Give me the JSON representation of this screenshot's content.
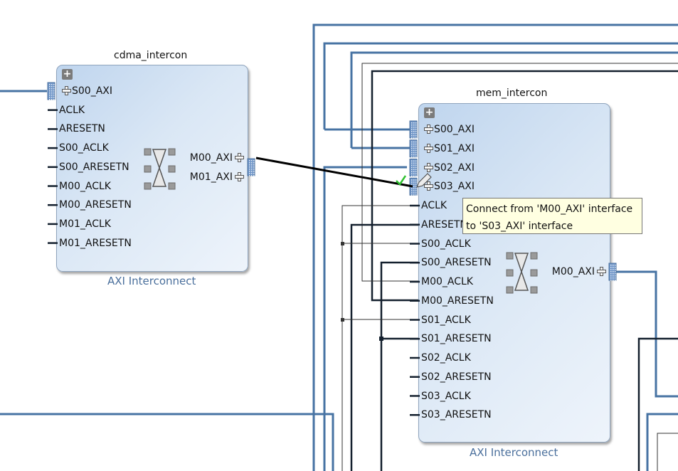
{
  "blocks": {
    "cdma": {
      "name": "cdma_intercon",
      "type": "AXI Interconnect",
      "expand_symbol": "+",
      "slave_pins": [
        {
          "label": "S00_AXI",
          "kind": "bus"
        },
        {
          "label": "ACLK",
          "kind": "signal"
        },
        {
          "label": "ARESETN",
          "kind": "signal"
        },
        {
          "label": "S00_ACLK",
          "kind": "signal"
        },
        {
          "label": "S00_ARESETN",
          "kind": "signal"
        },
        {
          "label": "M00_ACLK",
          "kind": "signal"
        },
        {
          "label": "M00_ARESETN",
          "kind": "signal"
        },
        {
          "label": "M01_ACLK",
          "kind": "signal"
        },
        {
          "label": "M01_ARESETN",
          "kind": "signal"
        }
      ],
      "master_pins": [
        "M00_AXI",
        "M01_AXI"
      ]
    },
    "mem": {
      "name": "mem_intercon",
      "type": "AXI Interconnect",
      "expand_symbol": "+",
      "slave_pins": [
        {
          "label": "S00_AXI",
          "kind": "bus"
        },
        {
          "label": "S01_AXI",
          "kind": "bus"
        },
        {
          "label": "S02_AXI",
          "kind": "bus"
        },
        {
          "label": "S03_AXI",
          "kind": "bus"
        },
        {
          "label": "ACLK",
          "kind": "signal"
        },
        {
          "label": "ARESETN",
          "kind": "signal"
        },
        {
          "label": "S00_ACLK",
          "kind": "signal"
        },
        {
          "label": "S00_ARESETN",
          "kind": "signal"
        },
        {
          "label": "M00_ACLK",
          "kind": "signal"
        },
        {
          "label": "M00_ARESETN",
          "kind": "signal"
        },
        {
          "label": "S01_ACLK",
          "kind": "signal"
        },
        {
          "label": "S01_ARESETN",
          "kind": "signal"
        },
        {
          "label": "S02_ACLK",
          "kind": "signal"
        },
        {
          "label": "S02_ARESETN",
          "kind": "signal"
        },
        {
          "label": "S03_ACLK",
          "kind": "signal"
        },
        {
          "label": "S03_ARESETN",
          "kind": "signal"
        }
      ],
      "master_pins": [
        "M00_AXI"
      ]
    }
  },
  "tooltip": {
    "line1": "Connect from 'M00_AXI' interface",
    "line2": "to 'S03_AXI' interface"
  },
  "colors": {
    "bus_net": "#4773a3",
    "signal_net": "#14202e",
    "thin_net": "#333333",
    "drag_wire": "#000000",
    "check": "#2fc02f",
    "block_border": "#8fa4bd",
    "type_label": "#4a6f9c",
    "tooltip_bg": "#ffffe1"
  },
  "icons": [
    "expand-icon",
    "bus-plus-icon",
    "crossbar-icon",
    "check-icon",
    "pencil-cursor-icon"
  ]
}
